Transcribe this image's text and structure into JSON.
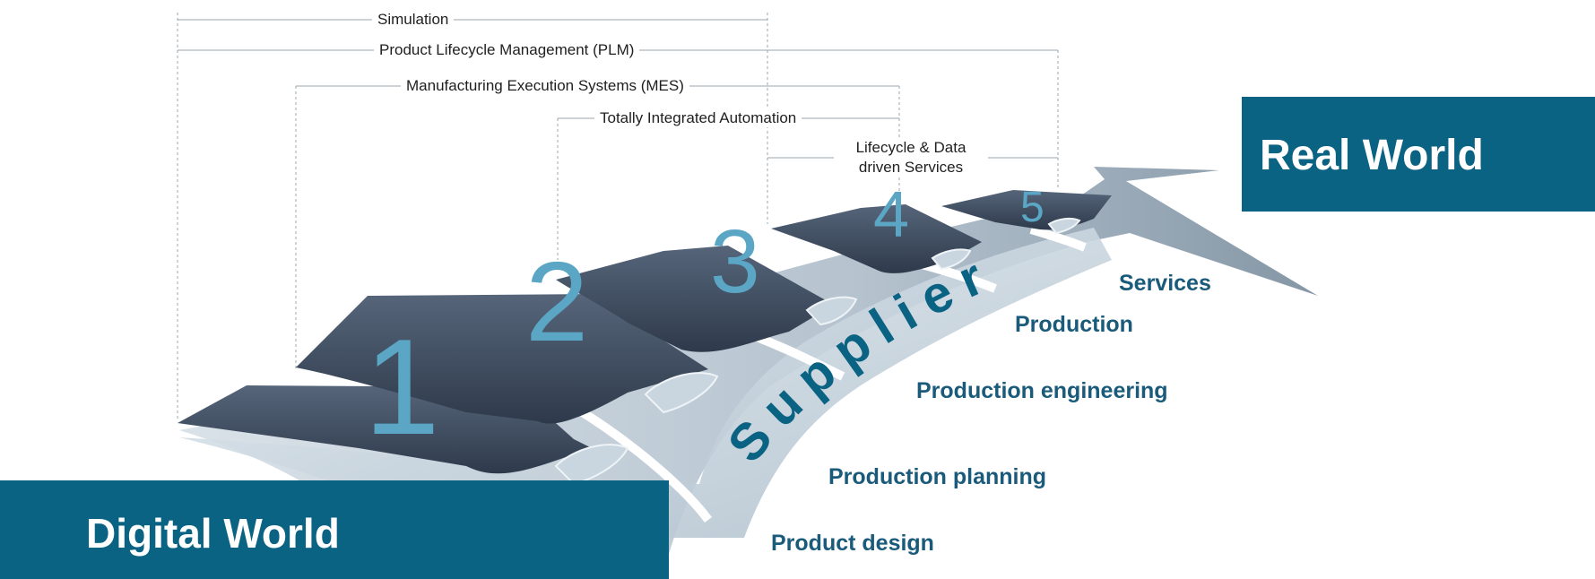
{
  "ranges": {
    "simulation": "Simulation",
    "plm": "Product Lifecycle Management (PLM)",
    "mes": "Manufacturing Execution Systems (MES)",
    "tia": "Totally Integrated Automation",
    "lifecycle_line1": "Lifecycle & Data",
    "lifecycle_line2": "driven Services"
  },
  "steps": [
    "1",
    "2",
    "3",
    "4",
    "5"
  ],
  "supplier": "Supplier",
  "stage_labels": {
    "product_design": "Product design",
    "production_planning": "Production planning",
    "production_engineering": "Production engineering",
    "production": "Production",
    "services": "Services"
  },
  "worlds": {
    "digital": "Digital World",
    "real": "Real World"
  },
  "colors": {
    "brand_blue": "#0b6383",
    "stage_text": "#1a5a7a",
    "step_number": "#5aa6c4",
    "panel_dark": "#3a4658",
    "panel_light": "#c9d6e0"
  }
}
